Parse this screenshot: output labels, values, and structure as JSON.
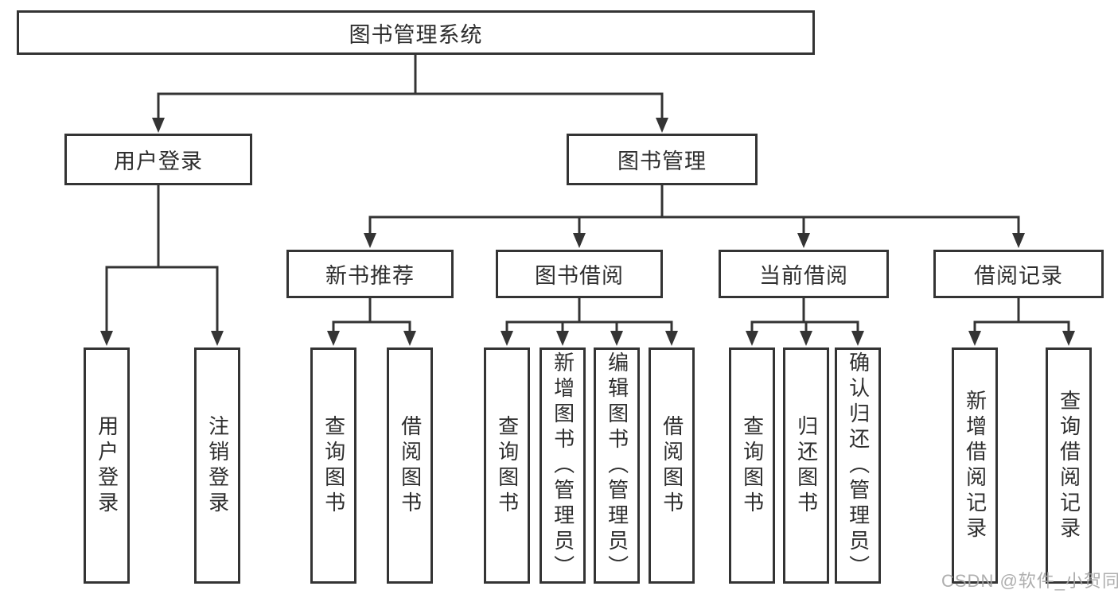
{
  "diagram": {
    "root": {
      "label": "图书管理系统"
    },
    "branches": {
      "user_login": {
        "label": "用户登录",
        "children": {
          "login": "用户登录",
          "logout": "注销登录"
        }
      },
      "book_mgmt": {
        "label": "图书管理"
      }
    },
    "modules": {
      "new_book": {
        "label": "新书推荐",
        "children": {
          "query": "查询图书",
          "borrow": "借阅图书"
        }
      },
      "book_borrow": {
        "label": "图书借阅",
        "children": {
          "query": "查询图书",
          "add": "新增图书（管理员）",
          "edit": "编辑图书（管理员）",
          "borrow": "借阅图书"
        }
      },
      "current_borrow": {
        "label": "当前借阅",
        "children": {
          "query": "查询图书",
          "return": "归还图书",
          "confirm": "确认归还（管理员）"
        }
      },
      "borrow_record": {
        "label": "借阅记录",
        "children": {
          "add": "新增借阅记录",
          "query": "查询借阅记录"
        }
      }
    }
  },
  "watermark": "CSDN @软件_小贺同学",
  "colors": {
    "line": "#343434",
    "text": "#2e2e2e",
    "watermark": "#a5a5a5",
    "background": "#ffffff"
  }
}
